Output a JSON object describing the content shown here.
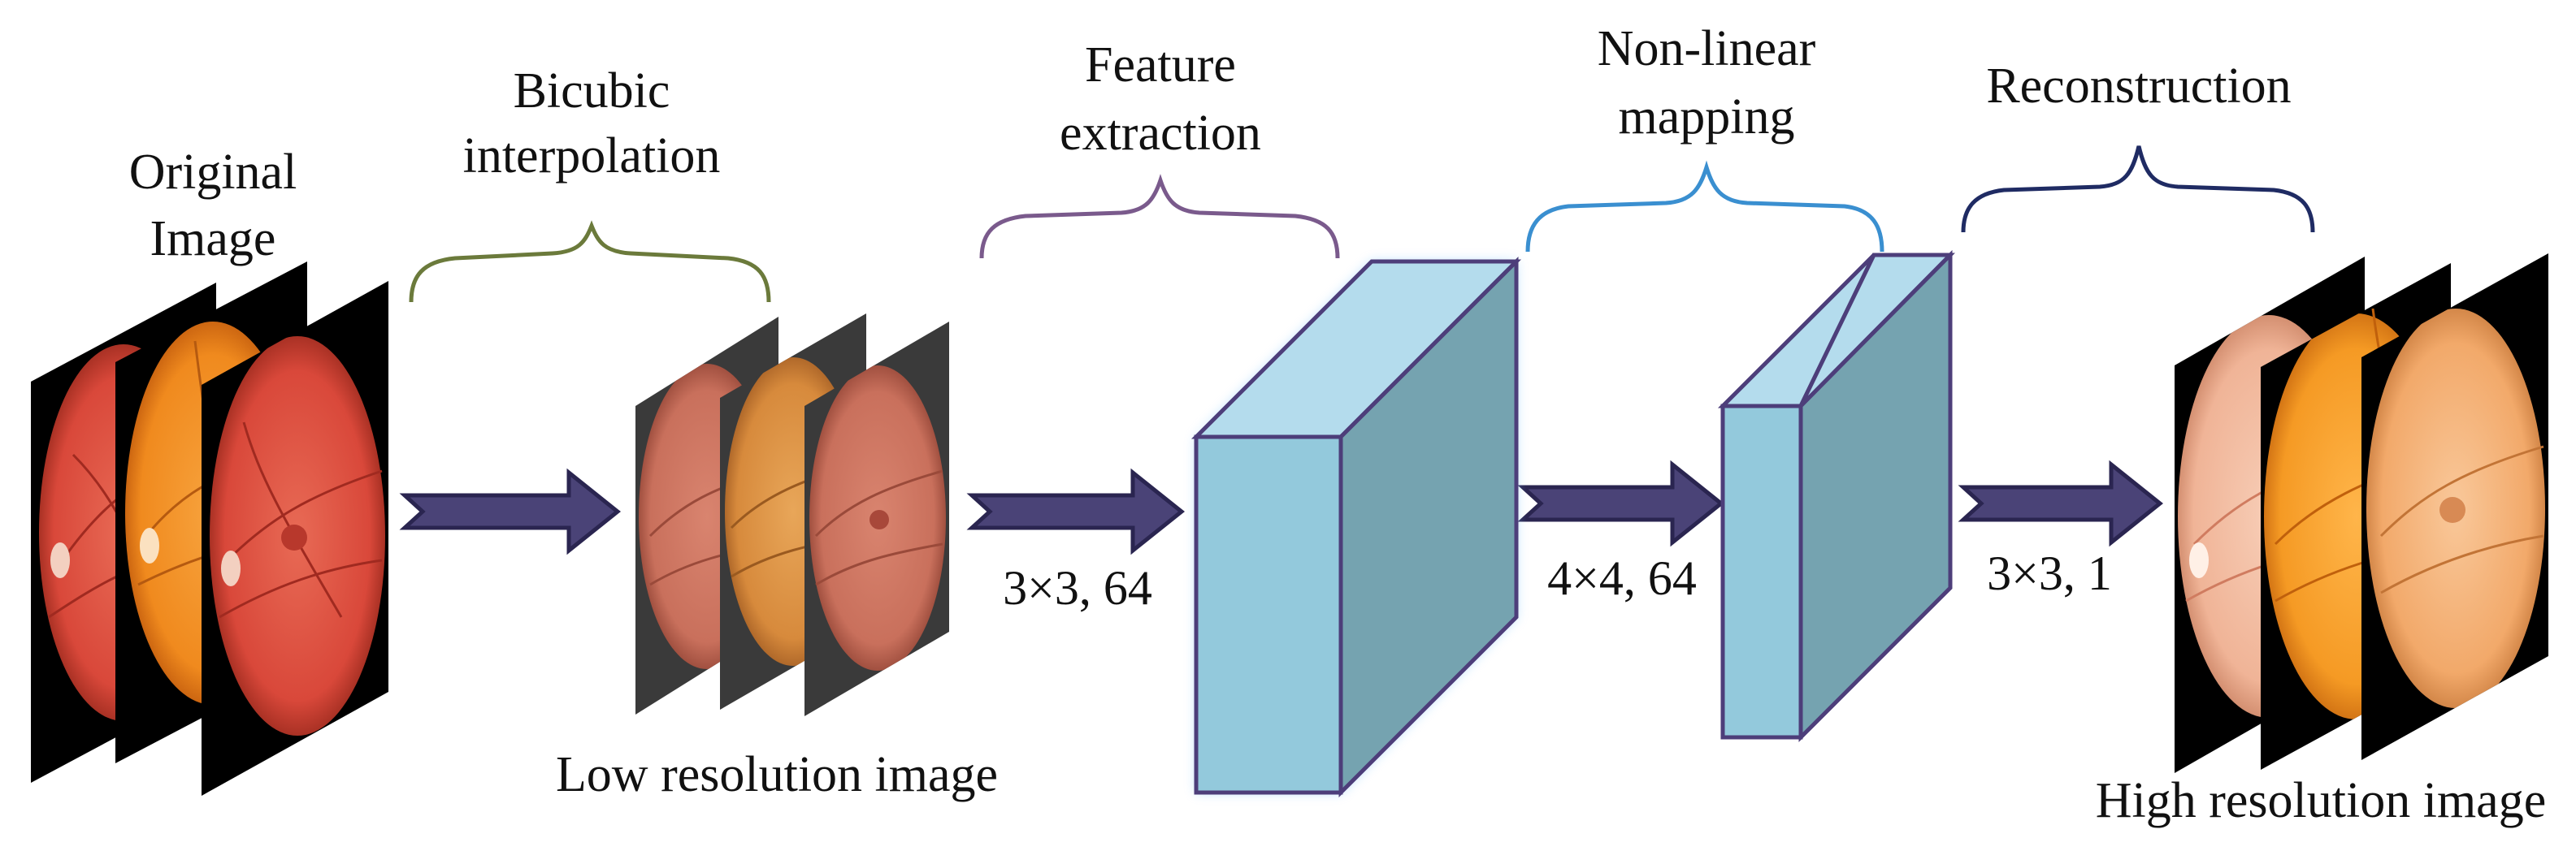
{
  "labels": {
    "original_image_line1": "Original",
    "original_image_line2": "Image",
    "bicubic_line1": "Bicubic",
    "bicubic_line2": "interpolation",
    "feature_line1": "Feature",
    "feature_line2": "extraction",
    "nonlinear_line1": "Non-linear",
    "nonlinear_line2": "mapping",
    "reconstruction": "Reconstruction",
    "low_res": "Low resolution image",
    "high_res": "High resolution image",
    "conv1_params": "3×3, 64",
    "conv2_params": "4×4, 64",
    "conv3_params": "3×3, 1"
  },
  "colors": {
    "arrow_fill": "#4a4377",
    "arrow_stroke": "#2a2550",
    "block_front": "#93c9dc",
    "block_top": "#b4dced",
    "block_side": "#75a3b0",
    "block_edge": "#4d3e7a",
    "brace_bicubic": "#6b7a3b",
    "brace_feature": "#7a5a8c",
    "brace_nonlinear": "#3a8fd0",
    "brace_reconstruction": "#1f2b63",
    "retina_red": "#d9483a",
    "retina_orange": "#f08a1e",
    "retina_bright_peach": "#f0b497"
  }
}
